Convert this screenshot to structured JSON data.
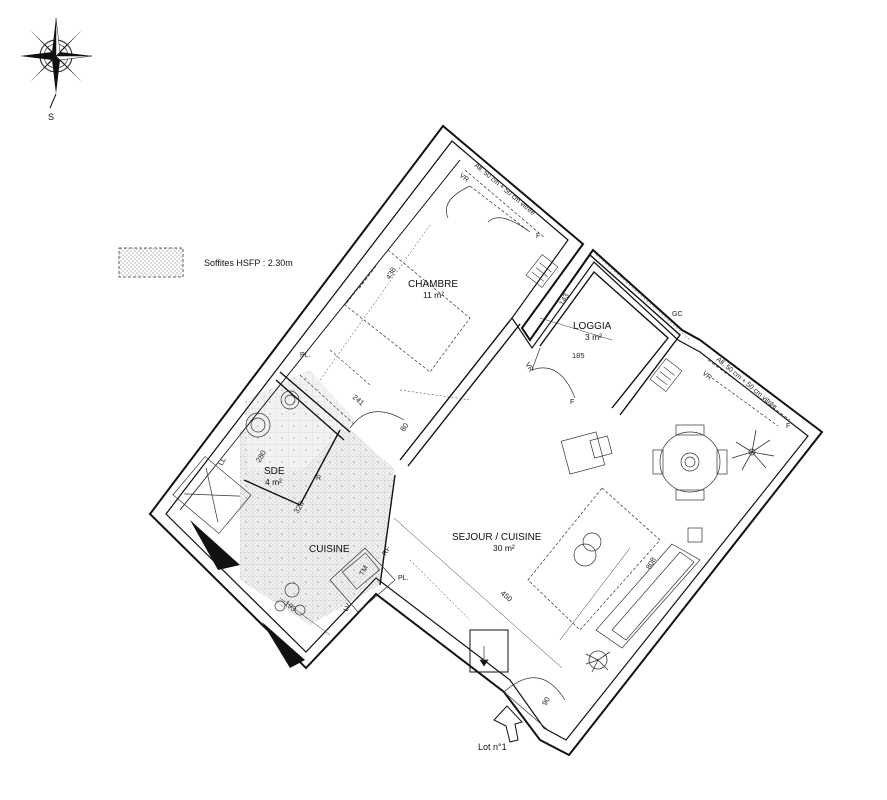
{
  "compass": {
    "label": "S"
  },
  "legend": {
    "text": "Soffites HSFP : 2.30m"
  },
  "rooms": {
    "chambre": {
      "name": "CHAMBRE",
      "area": "11 m²"
    },
    "loggia": {
      "name": "LOGGIA",
      "area": "3 m²"
    },
    "sde": {
      "name": "SDE",
      "area": "4 m²"
    },
    "cuisine": {
      "name": "CUISINE"
    },
    "sejour": {
      "name": "SEJOUR / CUISINE",
      "area": "30 m²"
    }
  },
  "dimensions": {
    "d438": "438",
    "d143": "143",
    "d185": "185",
    "d241": "241",
    "d80a": "80",
    "d280": "280",
    "d328": "328",
    "d450": "450",
    "d193": "193",
    "d808": "808",
    "d90": "90"
  },
  "annotations": {
    "pl1": "PL.",
    "pl2": "PL.",
    "gc": "GC",
    "vr1": "VR",
    "vr2": "VR",
    "vr3": "VR",
    "f1": "F",
    "f2": "F",
    "f3": "F",
    "allege1": "All. 50 cm + 50 cm vitrée",
    "allege2": "All. 50 cm + 50 cm vitrée",
    "ll": "LL",
    "lv": "LV",
    "rf": "RF",
    "tm": "TM",
    "r": "R"
  },
  "entrance": {
    "label": "Lot n°1"
  }
}
